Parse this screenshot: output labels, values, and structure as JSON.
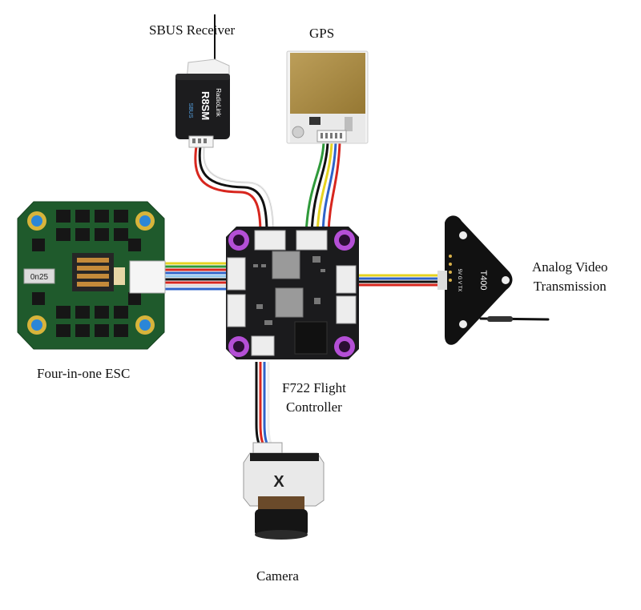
{
  "labels": {
    "receiver": "SBUS Receiver",
    "gps": "GPS",
    "vtx_line1": "Analog Video",
    "vtx_line2": "Transmission",
    "esc": "Four-in-one ESC",
    "fc_line1": "F722 Flight",
    "fc_line2": "Controller",
    "camera": "Camera"
  },
  "device_text": {
    "receiver_model": "R8SM",
    "receiver_brand": "RadioLink",
    "receiver_mode": "SBUS",
    "esc_marking": "0n25",
    "vtx_model": "T400",
    "vtx_pins": "5V G V TX",
    "camera_logo": "X"
  },
  "colors": {
    "pcb_black": "#1b1b1d",
    "esc_green": "#1f5a2c",
    "mount_purple": "#b44fd6",
    "mount_blue": "#2b86d8",
    "gps_gold": "#b08d3c",
    "wire_red": "#d7261e",
    "wire_black": "#111111",
    "wire_yellow": "#e6d31f",
    "wire_blue": "#2f63c8",
    "wire_green": "#2f9a3a",
    "wire_white": "#eeeeee"
  }
}
